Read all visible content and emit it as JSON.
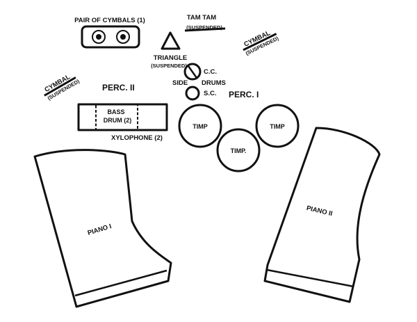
{
  "labels": {
    "pair_of_cymbals": "PAIR OF CYMBALS (1)",
    "tam_tam": "TAM TAM",
    "tam_tam_sub": "(SUSPENDED)",
    "cymbal_right": "CYMBAL",
    "cymbal_right_sub": "(SUSPENDED)",
    "triangle": "TRIANGLE",
    "triangle_sub": "(SUSPENDED)",
    "cc": "C.C.",
    "side": "SIDE",
    "drums": "DRUMS",
    "sc": "S.C.",
    "cymbal_left": "CYMBAL",
    "cymbal_left_sub": "(SUSPENDED)",
    "perc_ii": "PERC. II",
    "perc_i": "PERC. I",
    "bass_drum_line1": "BASS",
    "bass_drum_line2": "DRUM (2)",
    "xylophone": "XYLOPHONE (2)",
    "timp_left": "TIMP",
    "timp_right": "TIMP",
    "timp_bottom": "TIMP.",
    "piano_i": "PIANO I",
    "piano_ii": "PIANO II"
  }
}
